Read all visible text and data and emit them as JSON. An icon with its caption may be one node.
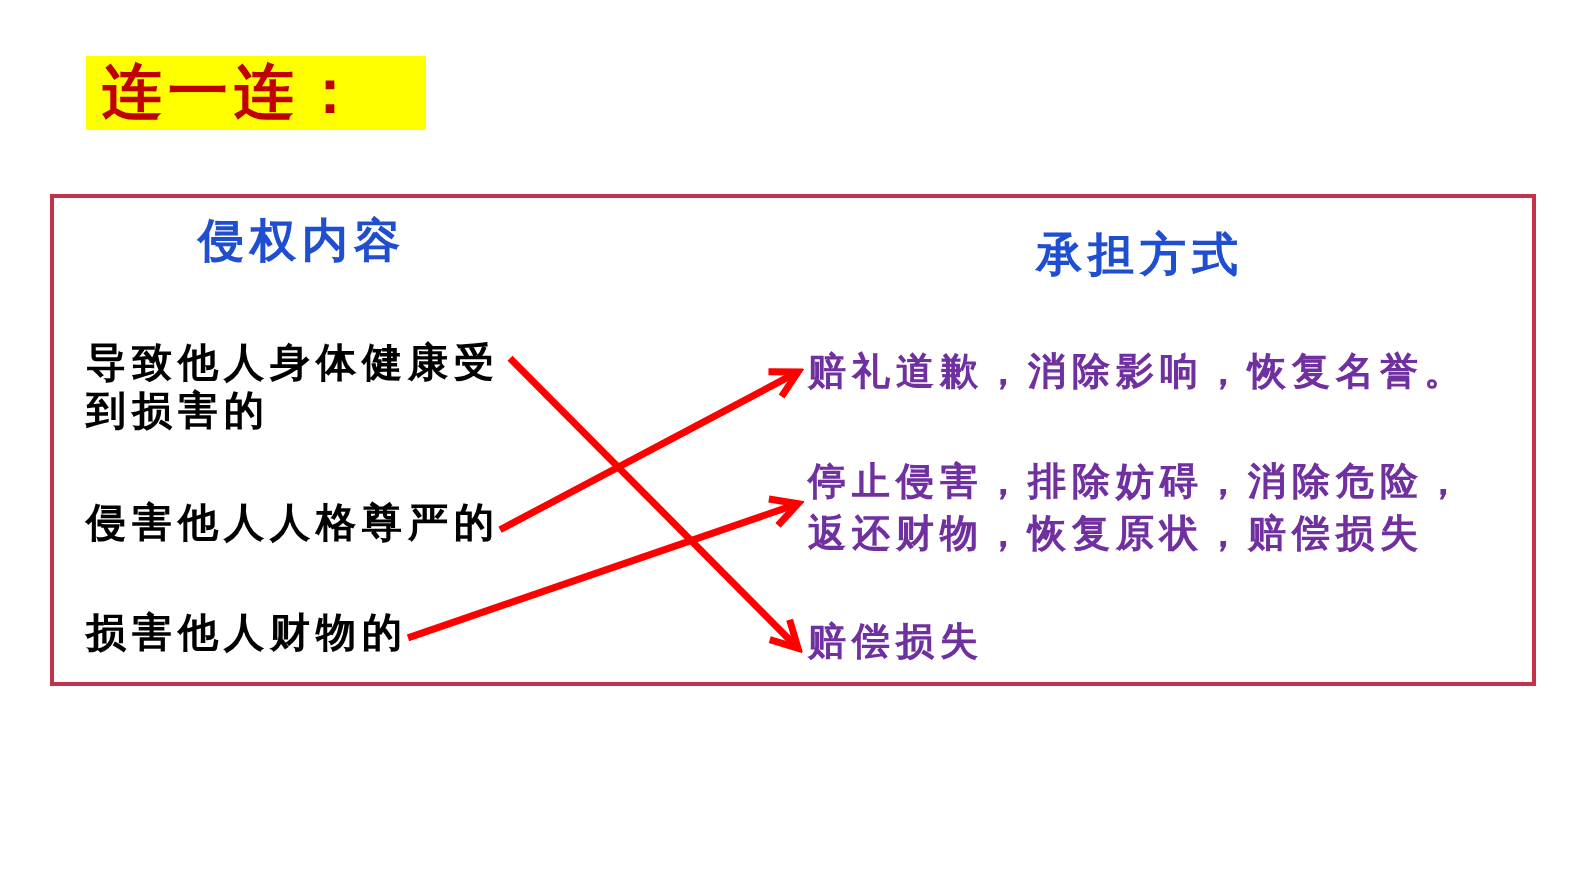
{
  "diagram": {
    "title": "连一连：",
    "nodes": [
      {
        "text": [
          "侵权内容",
          "承担方式"
        ]
      },
      {
        "text": [
          "导致他人身体健康受到损害的"
        ],
        "in": 0
      },
      {
        "text": [
          "侵害他人人格尊严的"
        ],
        "in": 0
      },
      {
        "text": [
          "损害他人财物的"
        ],
        "in": 0
      },
      {
        "text": [
          "赔礼道歉，消除影响，恢复名誉。"
        ],
        "in": 0
      },
      {
        "text": [
          "停止侵害，排除妨碍，消除危险，返还财物，恢复原状，赔偿损失"
        ],
        "in": 0
      },
      {
        "text": [
          "赔偿损失"
        ],
        "in": 0
      }
    ],
    "edges": [
      {
        "from": 1,
        "to": 6,
        "arrow": "to"
      },
      {
        "from": 2,
        "to": 4,
        "arrow": "to"
      },
      {
        "from": 3,
        "to": 5,
        "arrow": "to"
      }
    ]
  }
}
